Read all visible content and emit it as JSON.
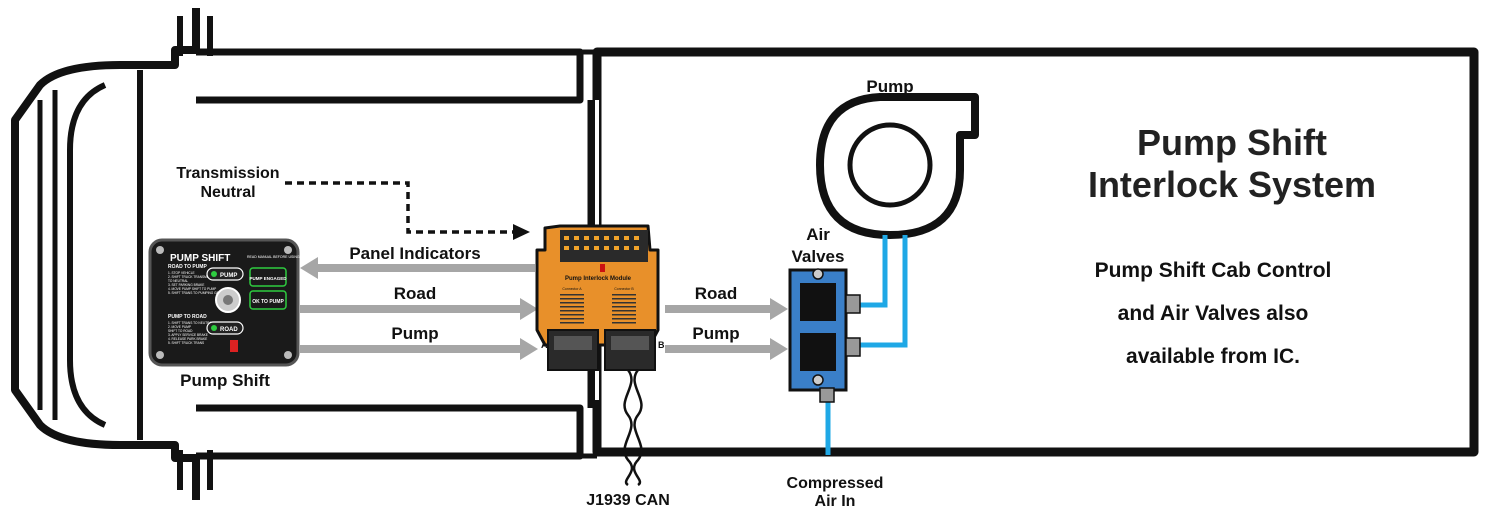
{
  "title": {
    "line1": "Pump Shift",
    "line2": "Interlock System"
  },
  "availability": {
    "line1": "Pump Shift Cab Control",
    "line2": "and Air Valves also",
    "line3": "available from IC."
  },
  "labels": {
    "transmission": {
      "line1": "Transmission",
      "line2": "Neutral"
    },
    "panel_indicators": "Panel Indicators",
    "road_left": "Road",
    "pump_left": "Pump",
    "road_right": "Road",
    "pump_right": "Pump",
    "pump_shift": "Pump Shift",
    "pump": "Pump",
    "air_valves": {
      "line1": "Air",
      "line2": "Valves"
    },
    "compressed_air": {
      "line1": "Compressed",
      "line2": "Air In"
    },
    "can": "J1939 CAN"
  },
  "control_panel": {
    "brand": "PUMP SHIFT",
    "warning": "READ MANUAL BEFORE USING",
    "road_to_pump": "ROAD TO PUMP",
    "road_to_pump_steps": [
      "1. STOP VEHICLE",
      "2. SHIFT TRUCK TRANSMISSION",
      "TO NEUTRAL",
      "3. SET PARKING BRAKE",
      "4. MOVE PUMP SHIFT TO PUMP",
      "5. SHIFT TRANS TO PUMPING GEAR"
    ],
    "pump_to_road": "PUMP TO ROAD",
    "pump_to_road_steps": [
      "1. SHIFT TRANS TO NEUTRAL",
      "2. MOVE PUMP",
      "SHIFT TO ROAD",
      "3. APPLY SERVICE BRAKE",
      "4. RELEASE PARK BRAKE",
      "5. SHIFT TRUCK TRANS"
    ],
    "pump_button": "PUMP",
    "road_button": "ROAD",
    "pump_engaged": "PUMP ENGAGED",
    "ok_to_pump": "OK TO PUMP"
  },
  "module": {
    "name": "Pump Interlock Module",
    "connector_a": "Connector A",
    "connector_b": "Connector B",
    "port_a": "A",
    "port_b": "B"
  },
  "colors": {
    "arrow": "#a6a6a6",
    "module": "#e8902a",
    "valve": "#3a7fc8",
    "air_line": "#1fa8e6",
    "truck": "#111111"
  }
}
